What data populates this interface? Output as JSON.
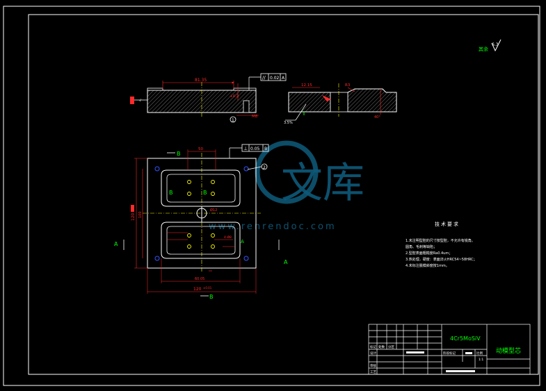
{
  "colors": {
    "background": "#000000",
    "frame": "#ffffff",
    "dimension": "#ff2a2a",
    "centerline": "#ffff00",
    "hatch": "#9a9a9a",
    "accent_green": "#00ff00",
    "highlight_yellow": "#ffff00",
    "marker_blue": "#3355ff",
    "watermark": "#0e5a7a"
  },
  "roughness": {
    "label": "其余",
    "value": "6.3"
  },
  "section_front": {
    "width_dim": "81.35",
    "depth_dim": "+0.2",
    "bottom_dim": "M8",
    "fcf_symbol": "//",
    "fcf_value": "0.02",
    "fcf_datum": "A",
    "callout": "1"
  },
  "section_side": {
    "width_dim": "12.15",
    "radius_dim": "R3",
    "angle_dim": "40°",
    "slope_label": "3.5%"
  },
  "plan_view": {
    "section_b_top": "B",
    "section_b_bottom": "B",
    "section_a_left": "A",
    "section_a_right": "A",
    "cavity_b_left": "B",
    "cavity_b_right": "B",
    "cavity_a_mark": "A",
    "fcf_symbol": "⊥",
    "fcf_value": "0.05",
    "fcf_datum": "B",
    "callout": "2",
    "top_dim": "50",
    "left_dim_outer": "120",
    "left_dim_inner": "100",
    "inner_bottom_dim": "60.05",
    "overall_bottom_dim": "120",
    "overall_bottom_tol": "±0.01",
    "center_hole": "Ø12",
    "hole_dim": "4-Ø8"
  },
  "technical_requirements": {
    "title": "技术要求",
    "items": [
      "1.未注明型腔的尺寸按型腔，不允许有锐角。",
      "  圆角、毛刺等缺陷；",
      "2.型腔表面粗糙度Ra0.4um；",
      "3.热处理，硬度：表面淬火HRC54~58HRC；",
      "4.未标注脱模斜度按1mm。"
    ]
  },
  "title_block": {
    "material": "4Cr5MoSiV",
    "part_name": "动模型芯",
    "row_labels": [
      "标记",
      "处数",
      "分区"
    ],
    "design_label": "设计",
    "review_label": "审核",
    "process_label": "工艺",
    "stage_label": "阶段标记",
    "scale_label": "比例",
    "scale_value": "1:1"
  },
  "watermark": {
    "chinese": "文库",
    "url": "www.renrendoc.com"
  }
}
